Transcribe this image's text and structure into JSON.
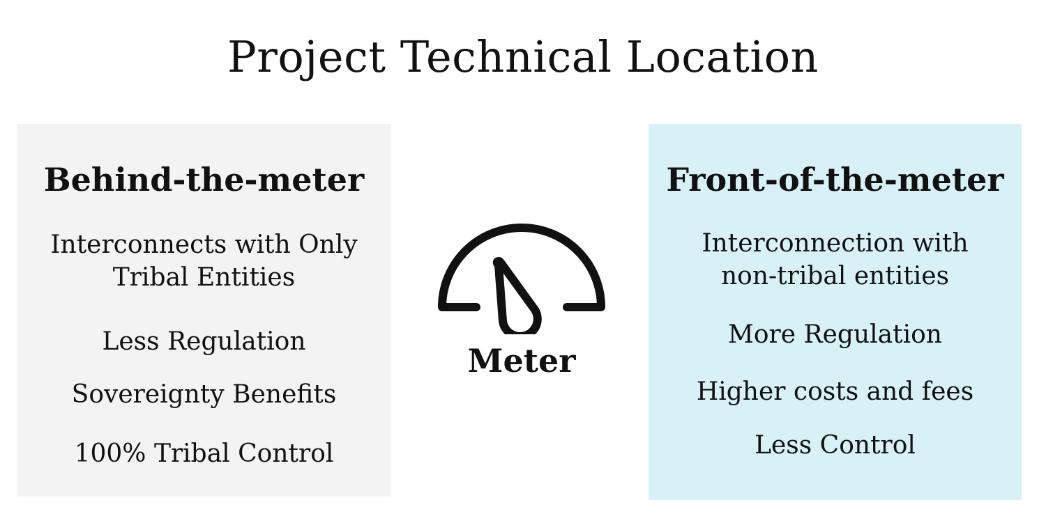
{
  "title": "Project Technical Location",
  "left_panel": {
    "heading": "Behind-the-meter",
    "items": [
      "Interconnects with Only",
      "Tribal Entities",
      "Less Regulation",
      "Sovereignty Benefits",
      "100% Tribal Control"
    ],
    "background": "#f3f3f3"
  },
  "center": {
    "icon": "meter-gauge-icon",
    "label": "Meter"
  },
  "right_panel": {
    "heading": "Front-of-the-meter",
    "items": [
      "Interconnection with",
      "non-tribal entities",
      "More Regulation",
      "Higher costs and fees",
      "Less Control"
    ],
    "background": "#d7f1f7"
  }
}
